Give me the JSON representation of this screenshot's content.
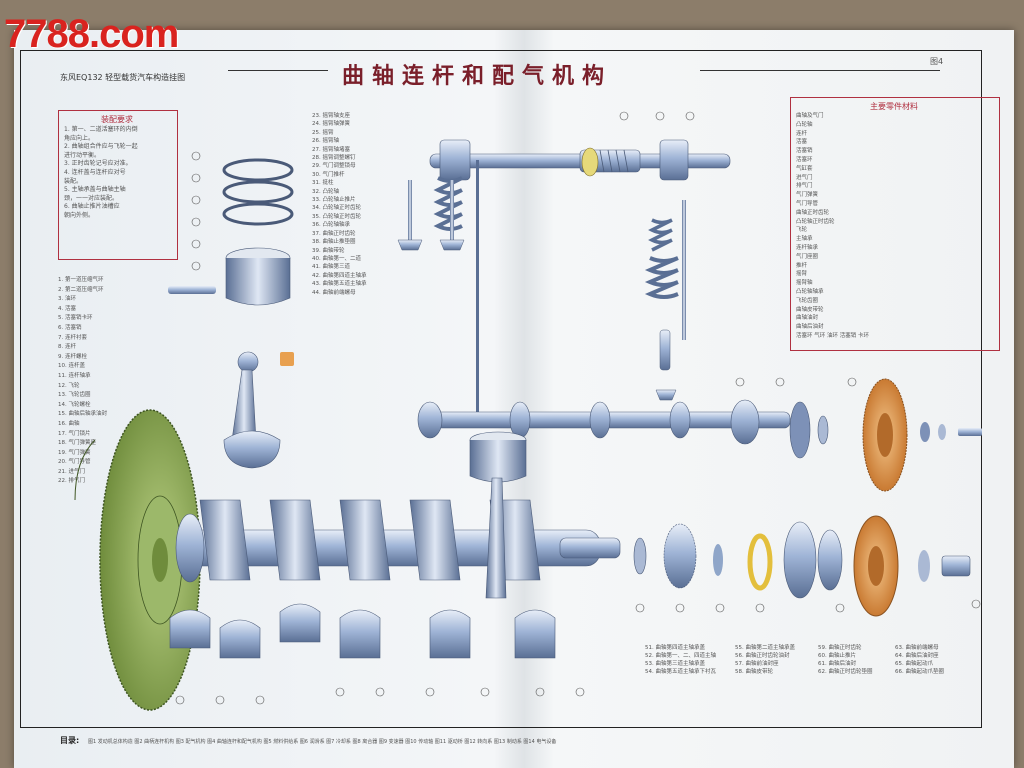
{
  "watermark": "7788.com",
  "poster": {
    "title": "曲轴连杆和配气机构",
    "subtitle": "东风EQ132 轻型载货汽车构造挂图",
    "page_number": "图4"
  },
  "assembly_box": {
    "title": "装配要求",
    "lines": [
      "1. 第一、二道活塞环的内倒",
      "角应向上。",
      "2. 曲轴组合件应与飞轮一起",
      "进行动平衡。",
      "3. 正时齿轮记号应对准。",
      "4. 连杆盖与连杆应对号",
      "装配。",
      "5. 主轴承盖与曲轴主轴",
      "颈，一一对应装配。",
      "6. 曲轴止推片油槽应",
      "朝向外侧。"
    ]
  },
  "materials_box": {
    "title": "主要零件材料",
    "lines": [
      "曲轴及气门",
      "凸轮轴",
      "连杆",
      "活塞",
      "活塞销",
      "活塞环",
      "气缸套",
      "进气门",
      "排气门",
      "气门弹簧",
      "气门导管",
      "曲轴正时齿轮",
      "凸轮轴正时齿轮",
      "飞轮",
      "主轴承",
      "连杆轴承",
      "气门座圈",
      "推杆",
      "摇臂",
      "摇臂轴",
      "凸轮轴轴承",
      "飞轮齿圈",
      "曲轴皮带轮",
      "曲轴油封",
      "曲轴后油封",
      "活塞环 气环 油环 活塞销 卡环"
    ]
  },
  "parts_left": [
    "1. 第一道压缩气环",
    "2. 第二道压缩气环",
    "3. 油环",
    "4. 活塞",
    "5. 活塞销卡环",
    "6. 活塞销",
    "7. 连杆衬套",
    "8. 连杆",
    "9. 连杆螺栓",
    "10. 连杆盖",
    "11. 连杆轴承",
    "12. 飞轮",
    "13. 飞轮齿圈",
    "14. 飞轮螺栓",
    "15. 曲轴后轴承油封",
    "16. 曲轴",
    "17. 气门锁片",
    "18. 气门弹簧座",
    "19. 气门弹簧",
    "20. 气门导管",
    "21. 进气门",
    "22. 排气门"
  ],
  "parts_mid": [
    "23. 摇臂轴支座",
    "24. 摇臂轴弹簧",
    "25. 摇臂",
    "26. 摇臂轴",
    "27. 摇臂轴堵塞",
    "28. 摇臂调整螺钉",
    "29. 气门调整锁母",
    "30. 气门推杆",
    "31. 挺柱",
    "32. 凸轮轴",
    "33. 凸轮轴止推片",
    "34. 凸轮轴正时齿轮",
    "35. 凸轮轴正时齿轮",
    "36. 凸轮轴轴承",
    "37. 曲轴正时齿轮",
    "38. 曲轴止推垫圈",
    "39. 曲轴带轮",
    "40. 曲轴第一、二道",
    "41. 曲轴第三道",
    "42. 曲轴第四道主轴承",
    "43. 曲轴第五道主轴承",
    "44. 曲轴前端螺母"
  ],
  "legend_bottom": [
    [
      "51. 曲轴第四道主轴承盖",
      "52. 曲轴第一、二、四道主轴",
      "53. 曲轴第三道主轴承盖",
      "54. 曲轴第五道主轴承下衬瓦"
    ],
    [
      "55. 曲轴第二道主轴承盖",
      "56. 曲轴正时齿轮油封",
      "57. 曲轴前油封座",
      "58. 曲轴皮带轮"
    ],
    [
      "59. 曲轴正时齿轮",
      "60. 曲轴止推片",
      "61. 曲轴后油封",
      "62. 曲轴正时齿轮垫圈"
    ],
    [
      "63. 曲轴前端螺母",
      "64. 曲轴后油封座",
      "65. 曲轴起动爪",
      "66. 曲轴起动爪垫圈"
    ]
  ],
  "footer": {
    "label": "目录:",
    "text": "图1 发动机总体构造   图2 曲柄连杆机构   图3 配气机构   图4 曲轴连杆和配气机构   图5 燃料供给系   图6 润滑系   图7 冷却系   图8 离合器   图9 变速器   图10 传动轴   图11 驱动桥   图12 转向系   图13 制动系   图14 电气设备"
  },
  "colors": {
    "watermark": "#d9231f",
    "title": "#7a1f2a",
    "box_border": "#b03040",
    "steel": "#8fa6c9",
    "flywheel": "#8faa58",
    "gear_orange": "#d8954a",
    "brass": "#e8c860"
  }
}
